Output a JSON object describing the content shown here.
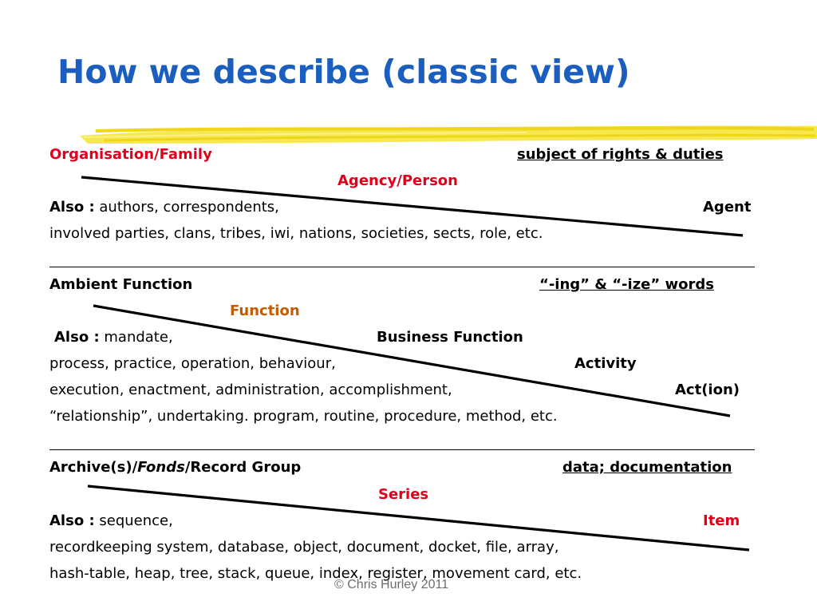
{
  "slide": {
    "title": "How we describe (classic view)",
    "colors": {
      "title": "#1a5fc0",
      "highlight": "#e0001b",
      "secondary_highlight": "#c65a00",
      "brush": "#f5e63a"
    }
  },
  "section1": {
    "left_heading": "Organisation/Family",
    "right_heading": "subject of rights & duties",
    "center_label": "Agency/Person",
    "also_prefix": "Also :",
    "also_text": " authors, correspondents,",
    "right_term": "Agent",
    "line2": "involved parties, clans, tribes, iwi, nations, societies, sects, role, etc."
  },
  "section2": {
    "left_heading": "Ambient Function",
    "right_heading": "“-ing” & “-ize” words",
    "center_label": "Function",
    "also_prefix": "Also :",
    "also_text": " mandate,",
    "business_function": "Business Function",
    "line_process": "process, practice, operation, behaviour,",
    "activity": "Activity",
    "line_execution": "execution, enactment, administration, accomplishment,",
    "action": "Act(ion)",
    "line_relationship": "“relationship”, undertaking. program, routine, procedure, method, etc."
  },
  "section3": {
    "left_part1": "Archive(s)/",
    "left_part2": "Fonds",
    "left_part3": "/Record Group",
    "right_heading": "data; documentation",
    "center_label": "Series",
    "also_prefix": "Also :",
    "also_text": " sequence,",
    "item": "Item",
    "line2": "recordkeeping system, database, object, document, docket, file, array,",
    "line3": "hash-table, heap, tree, stack, queue, index, register, movement card, etc."
  },
  "footer": {
    "copyright": "©  Chris Hurley 2011"
  }
}
